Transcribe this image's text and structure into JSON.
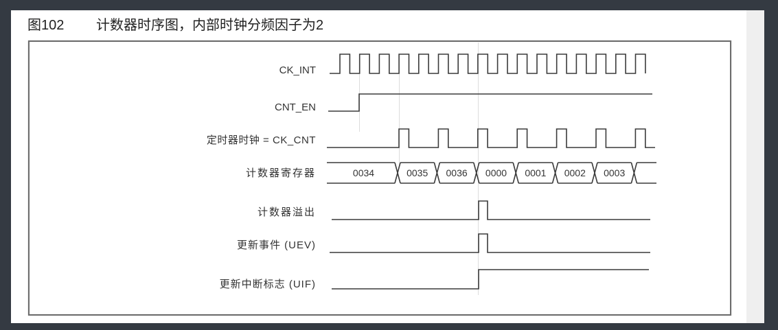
{
  "figure": {
    "number": "图102",
    "caption": "计数器时序图，内部时钟分频因子为2"
  },
  "colors": {
    "background": "#343a42",
    "page": "#ffffff",
    "waveform": "#3a3a3a",
    "gridline": "#d8d8d8",
    "frame": "#6d6d6d"
  },
  "signals": [
    {
      "id": "ck_int",
      "label": "CK_INT",
      "type": "clock"
    },
    {
      "id": "cnt_en",
      "label": "CNT_EN",
      "type": "level"
    },
    {
      "id": "ck_cnt",
      "label": "定时器时钟 = CK_CNT",
      "type": "clock"
    },
    {
      "id": "counter_register",
      "label": "计数器寄存器",
      "type": "bus",
      "values": [
        "0034",
        "0035",
        "0036",
        "0000",
        "0001",
        "0002",
        "0003",
        ""
      ]
    },
    {
      "id": "counter_overflow",
      "label": "计数器溢出",
      "type": "pulse"
    },
    {
      "id": "uev",
      "label": "更新事件 (UEV)",
      "type": "pulse"
    },
    {
      "id": "uif",
      "label": "更新中断标志 (UIF)",
      "type": "level"
    }
  ],
  "chart_data": {
    "type": "timing-diagram",
    "title": "计数器时序图，内部时钟分频因子为2",
    "figure_number": "图102",
    "clock_division_factor": 2,
    "ck_int": {
      "cycles": 16,
      "initial_level": 0
    },
    "cnt_en": {
      "initial_level": 0,
      "rises_at_ck_int_cycle": 1
    },
    "ck_cnt": {
      "pulses": 7,
      "period_in_ck_int_cycles": 2,
      "first_pulse_at_ck_int_cycle": 3
    },
    "counter_register": [
      "0034",
      "0035",
      "0036",
      "0000",
      "0001",
      "0002",
      "0003"
    ],
    "counter_overflow": {
      "pulse_at_transition": "0036→0000"
    },
    "uev": {
      "pulse_at_transition": "0036→0000"
    },
    "uif": {
      "initial_level": 0,
      "set_at_transition": "0036→0000",
      "final_level": 1
    }
  }
}
